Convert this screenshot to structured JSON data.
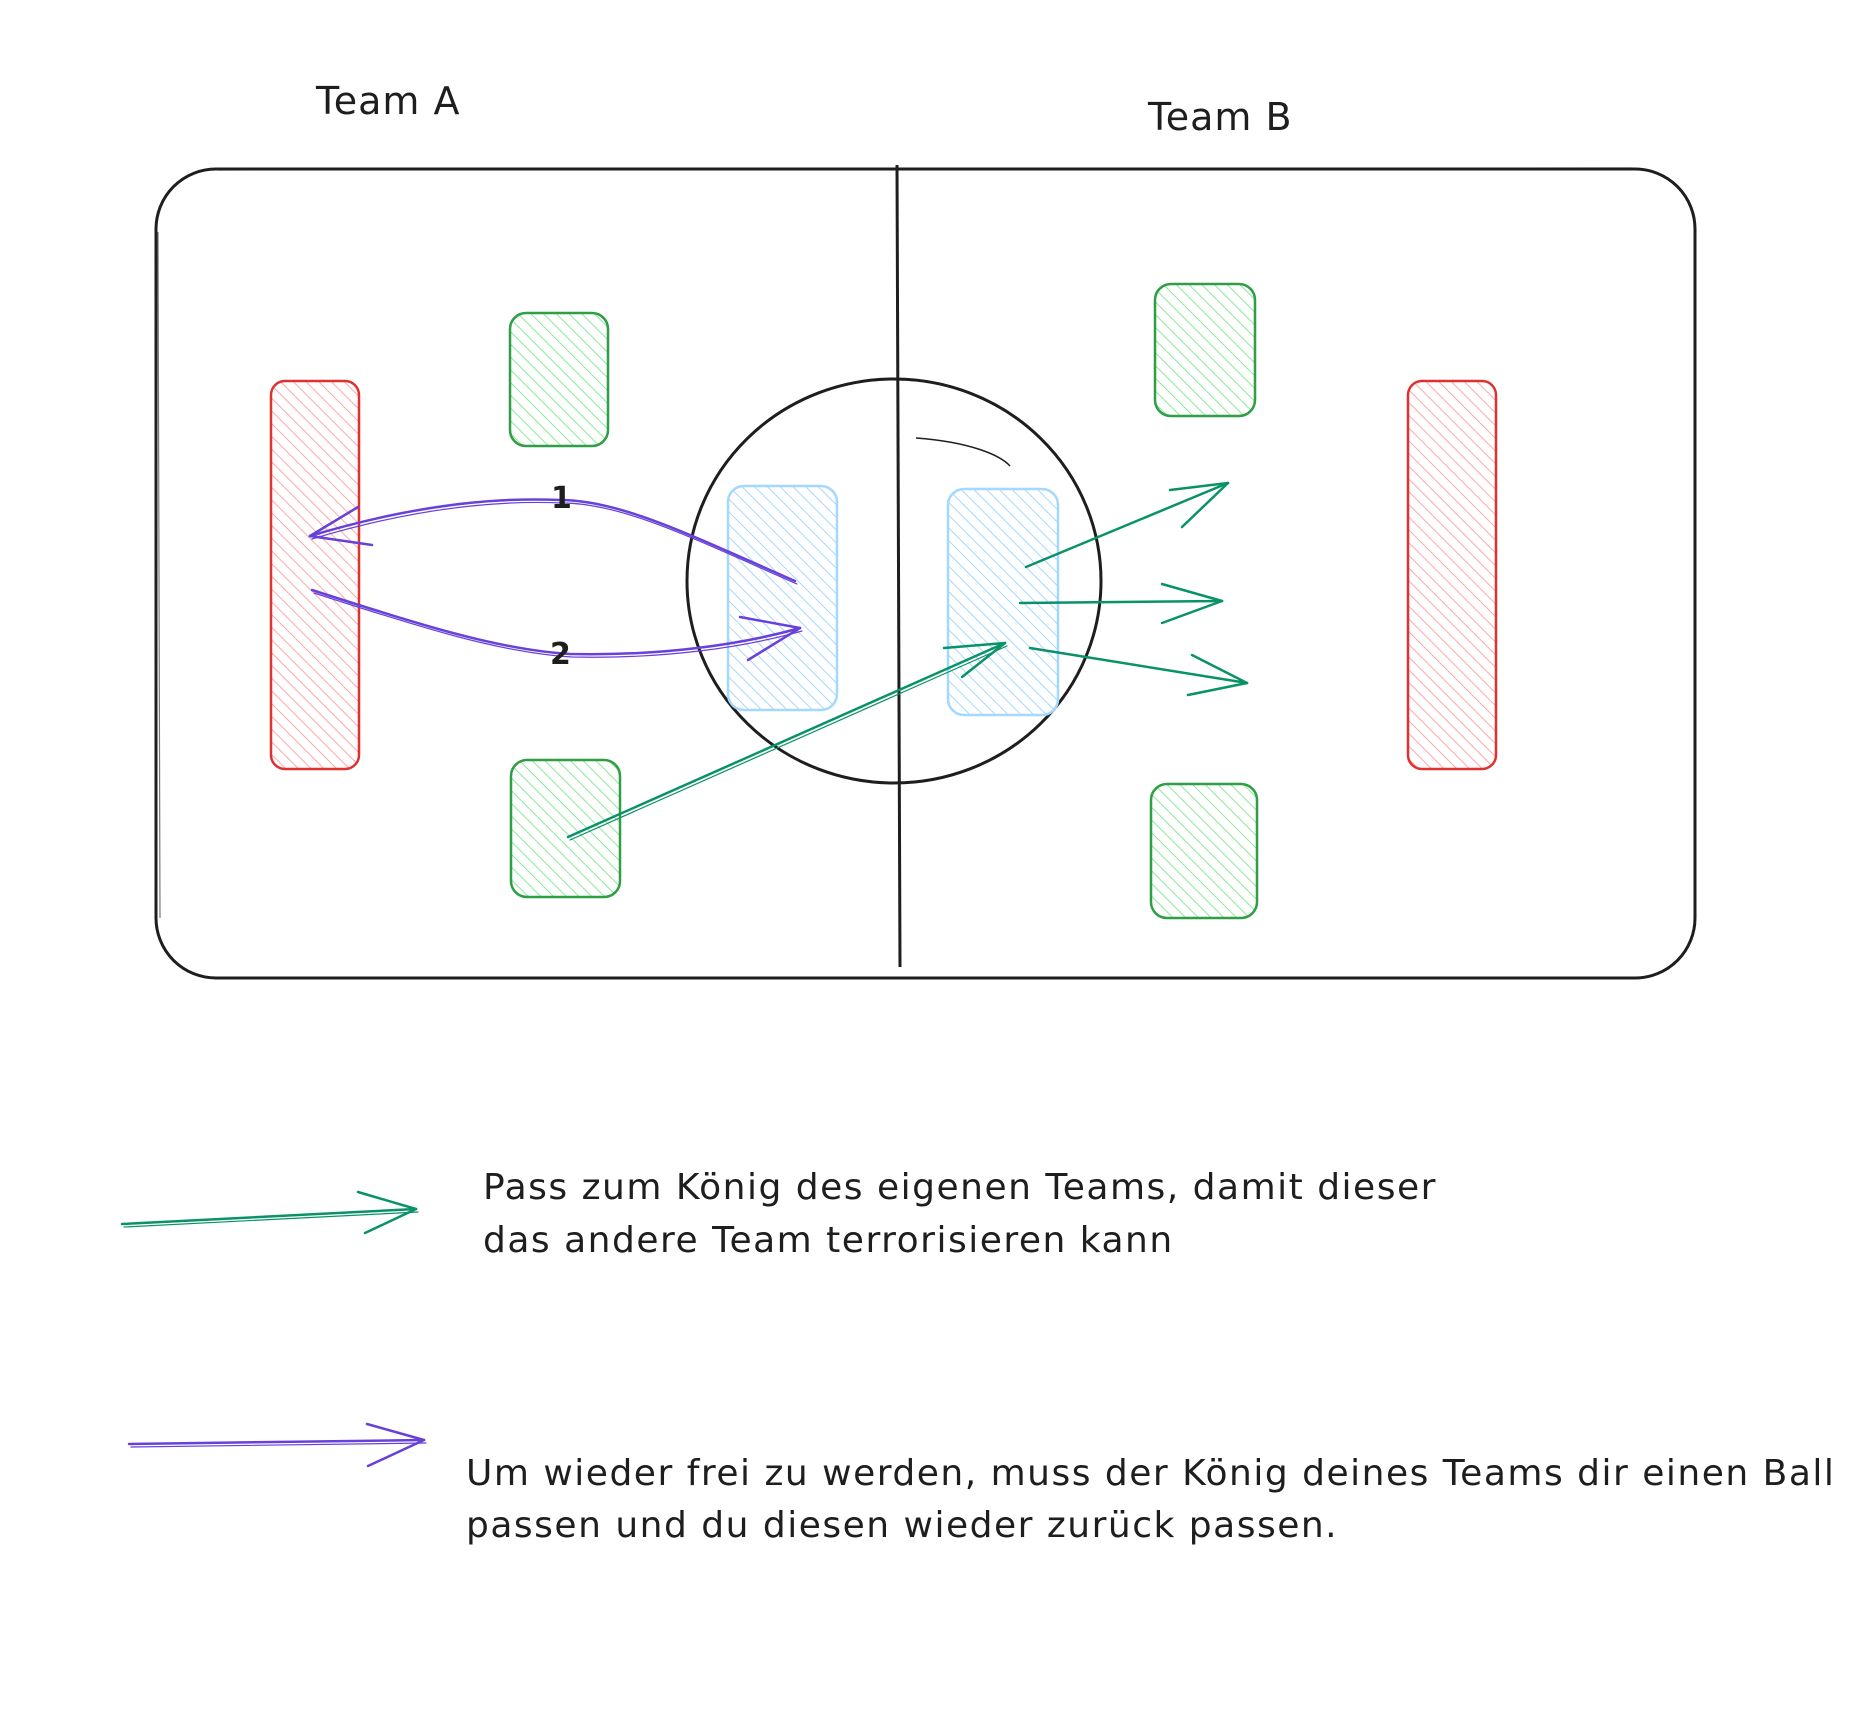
{
  "teams": {
    "a_label": "Team A",
    "b_label": "Team B"
  },
  "pass_labels": {
    "first": "1",
    "second": "2"
  },
  "legend": {
    "green": {
      "line1": "Pass zum König des eigenen Teams, damit dieser",
      "line2": "das andere Team terrorisieren kann"
    },
    "purple": {
      "line1": "Um wieder frei zu werden, muss der König deines Teams dir einen Ball",
      "line2": "passen und du diesen wieder zurück passen."
    }
  },
  "colors": {
    "stroke": "#1e1e1e",
    "king_zone": "#e03131",
    "king_fill": "#ffc9c9",
    "player": "#2f9e44",
    "player_fill": "#b2f2bb",
    "center_box": "#a5d8ff",
    "green_arrow": "#099268",
    "purple_arrow": "#6741d9"
  }
}
